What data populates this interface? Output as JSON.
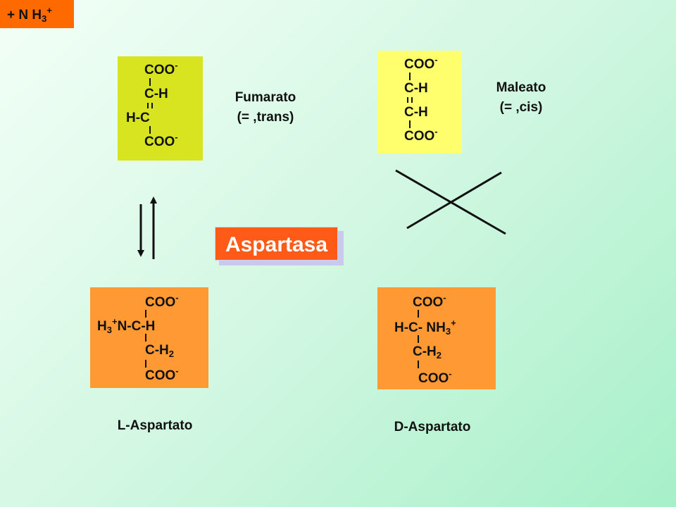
{
  "fumarato": {
    "row1": "COO",
    "row1_charge": "-",
    "row2": "C-H",
    "row3": "H-C",
    "row4": "COO",
    "row4_charge": "-",
    "name": "Fumarato",
    "desc": "(= ,trans)"
  },
  "maleato": {
    "row1": "COO",
    "row1_charge": "-",
    "row2": "C-H",
    "row3": "C-H",
    "row4": "COO",
    "row4_charge": "-",
    "name": "Maleato",
    "desc": "(= ,cis)"
  },
  "ammonia": {
    "prefix": "+  N H",
    "sub": "3",
    "charge": "+"
  },
  "enzyme": {
    "label": "Aspartasa"
  },
  "l_aspartato": {
    "row1": "COO",
    "row1_charge": "-",
    "row2_pre": "H",
    "row2_sub": "3",
    "row2_charge": "+",
    "row2_post": "N-C-H",
    "row3": "C-H",
    "row3_sub": "2",
    "row4": "COO",
    "row4_charge": "-",
    "name": "L-Aspartato"
  },
  "d_aspartato": {
    "row1": "COO",
    "row1_charge": "-",
    "row2_pre": "H-C- NH",
    "row2_sub": "3",
    "row2_charge": "+",
    "row3": "C-H",
    "row3_sub": "2",
    "row4": "COO",
    "row4_charge": "-",
    "name": "D-Aspartato"
  },
  "colors": {
    "fumarato_box": "#d7e41f",
    "maleato_box": "#ffff6e",
    "aspartato_box": "#ff9933",
    "ammonia_box": "#ff6a00",
    "enzyme_box": "#ff5a18"
  }
}
